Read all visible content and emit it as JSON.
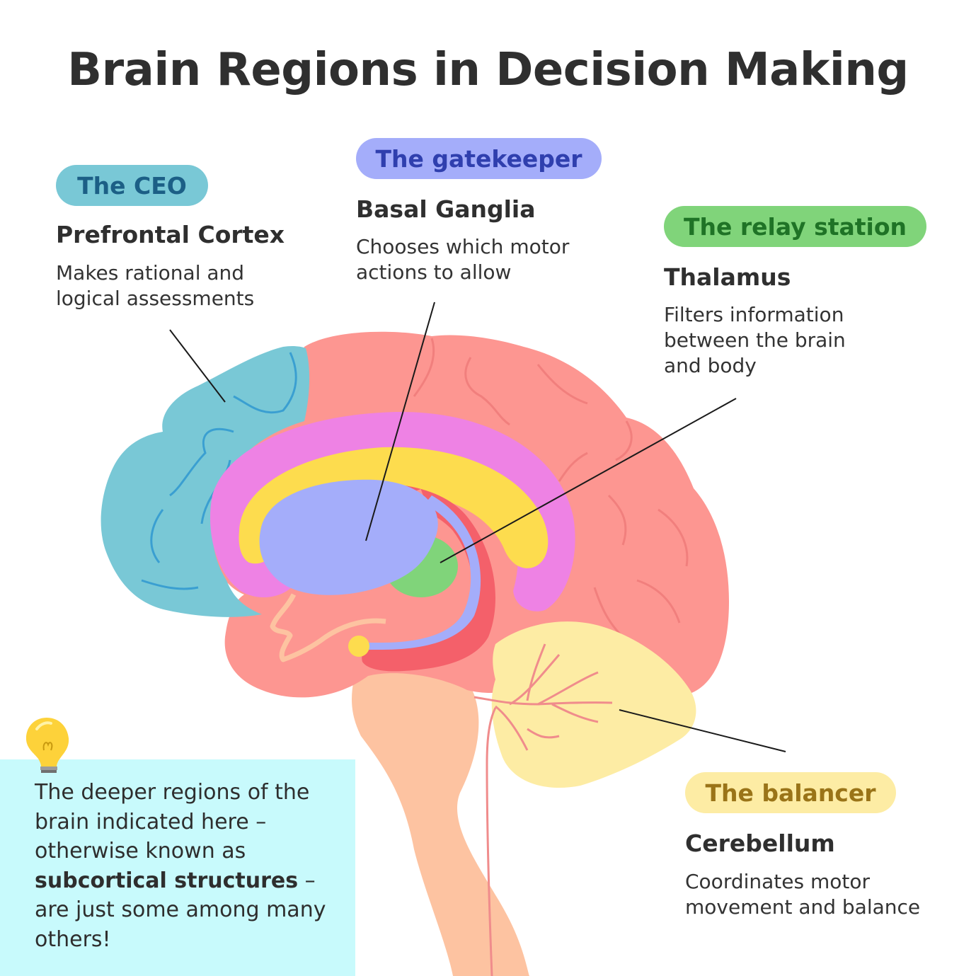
{
  "title": "Brain Regions in Decision Making",
  "regions": {
    "prefrontal": {
      "role": "The CEO",
      "name": "Prefrontal Cortex",
      "description": "Makes rational and logical assessments",
      "color": "#79c8d6"
    },
    "basal_ganglia": {
      "role": "The gatekeeper",
      "name": "Basal Ganglia",
      "description": "Chooses which motor actions to allow",
      "color": "#a4adfa"
    },
    "thalamus": {
      "role": "The relay station",
      "name": "Thalamus",
      "description": "Filters information between the brain and body",
      "color": "#80d47a"
    },
    "cerebellum": {
      "role": "The balancer",
      "name": "Cerebellum",
      "description": "Coordinates motor movement and balance",
      "color": "#fdeca4"
    }
  },
  "tip": {
    "icon": "lightbulb-icon",
    "text_before": "The deeper regions of the brain indicated here – otherwise known as ",
    "text_bold": "subcortical structures",
    "text_after": " – are just some among many others!",
    "background": "#c8fafc"
  },
  "colors": {
    "cortex": "#fd9691",
    "cingulate": "#ee82e4",
    "corpus_callosum": "#fddc4e",
    "brainstem": "#fdc3a1",
    "fornix": "#f4606a"
  }
}
